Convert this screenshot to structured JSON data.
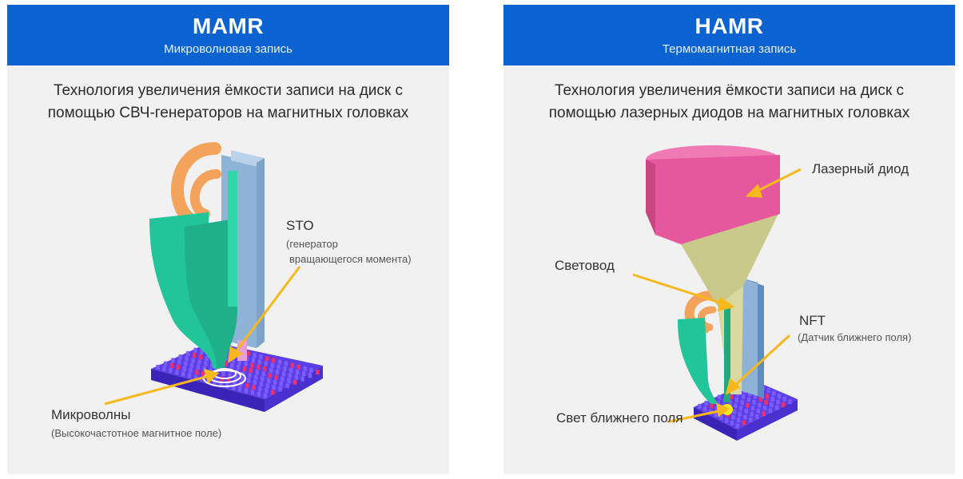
{
  "mamr": {
    "title": "MAMR",
    "subtitle": "Микроволновая запись",
    "description": "Технология увеличения ёмкости записи на диск с помощью СВЧ-генераторов на магнитных головках",
    "labels": {
      "sto": "STO",
      "sto_note_1": "(генератор",
      "sto_note_2": "вращающегося момента)",
      "microwaves": "Микроволны",
      "microwaves_note": "(Высокочастотное магнитное поле)"
    }
  },
  "hamr": {
    "title": "HAMR",
    "subtitle": "Термомагнитная запись",
    "description": "Технология увеличения ёмкости записи на диск с помощью лазерных диодов на магнитных головках",
    "labels": {
      "laser": "Лазерный диод",
      "waveguide": "Световод",
      "nft": "NFT",
      "nft_note": "(Датчик ближнего поля)",
      "near_field_light": "Свет ближнего поля"
    }
  },
  "colors": {
    "header_blue": "#0a63d1",
    "panel_bg": "#f1f1f1",
    "arrow": "#f7b81c",
    "coil_orange": "#f4a35c",
    "pole_green": "#22c49a",
    "shield_blue": "#8fb3d6",
    "media_purple": "#5b3ee6",
    "media_red": "#f0306a",
    "laser_pink": "#e5589d",
    "cone_khaki": "#c9c98b"
  }
}
